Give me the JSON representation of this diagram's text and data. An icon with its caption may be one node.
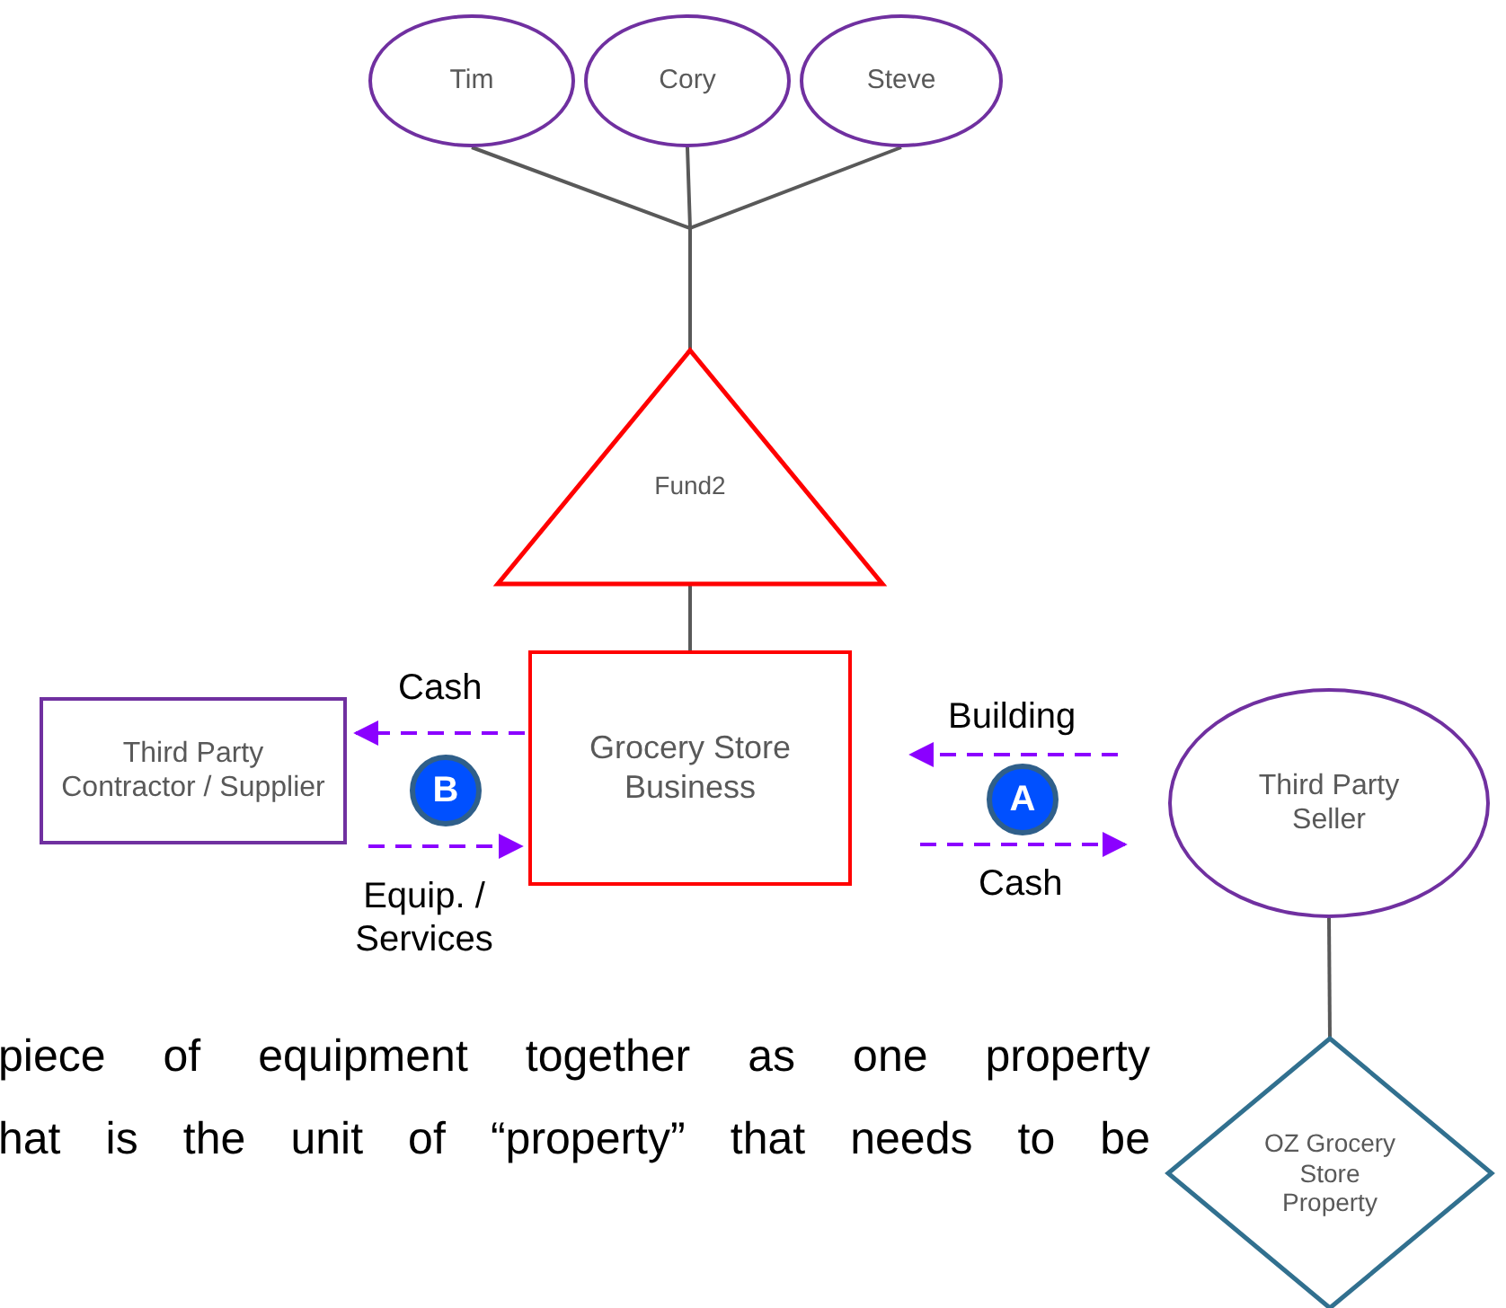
{
  "diagram": {
    "nodes": [
      {
        "text": [
          "Tim"
        ]
      },
      {
        "text": [
          "Cory"
        ]
      },
      {
        "text": [
          "Steve"
        ]
      },
      {
        "text": [
          "Fund2"
        ]
      },
      {
        "text": [
          "Grocery Store Business"
        ]
      },
      {
        "text": [
          "Third Party Contractor / Supplier"
        ]
      },
      {
        "text": [
          "Third Party Seller"
        ]
      },
      {
        "text": [
          "OZ Grocery Store Property"
        ]
      },
      {
        "text": [
          "B"
        ]
      },
      {
        "text": [
          "A"
        ]
      }
    ],
    "edges": [
      {
        "from": 0,
        "to": 3,
        "arrow": "none",
        "color": "#595959"
      },
      {
        "from": 1,
        "to": 3,
        "arrow": "none",
        "color": "#595959"
      },
      {
        "from": 2,
        "to": 3,
        "arrow": "none",
        "color": "#595959"
      },
      {
        "from": 3,
        "to": 4,
        "arrow": "none",
        "color": "#595959"
      },
      {
        "from": 4,
        "to": 5,
        "arrow": "to",
        "label": "Cash",
        "style": "dashed",
        "color": "#8b00ff"
      },
      {
        "from": 5,
        "to": 4,
        "arrow": "to",
        "label": "Equip. / Services",
        "style": "dashed",
        "color": "#8b00ff"
      },
      {
        "from": 6,
        "to": 4,
        "arrow": "to",
        "label": "Building",
        "style": "dashed",
        "color": "#8b00ff"
      },
      {
        "from": 4,
        "to": 6,
        "arrow": "to",
        "label": "Cash",
        "style": "dashed",
        "color": "#8b00ff"
      },
      {
        "from": 6,
        "to": 7,
        "arrow": "none",
        "color": "#595959"
      }
    ],
    "labels": [
      "piece of equipment together as one property",
      "hat is the unit of “property” that needs to be"
    ]
  }
}
